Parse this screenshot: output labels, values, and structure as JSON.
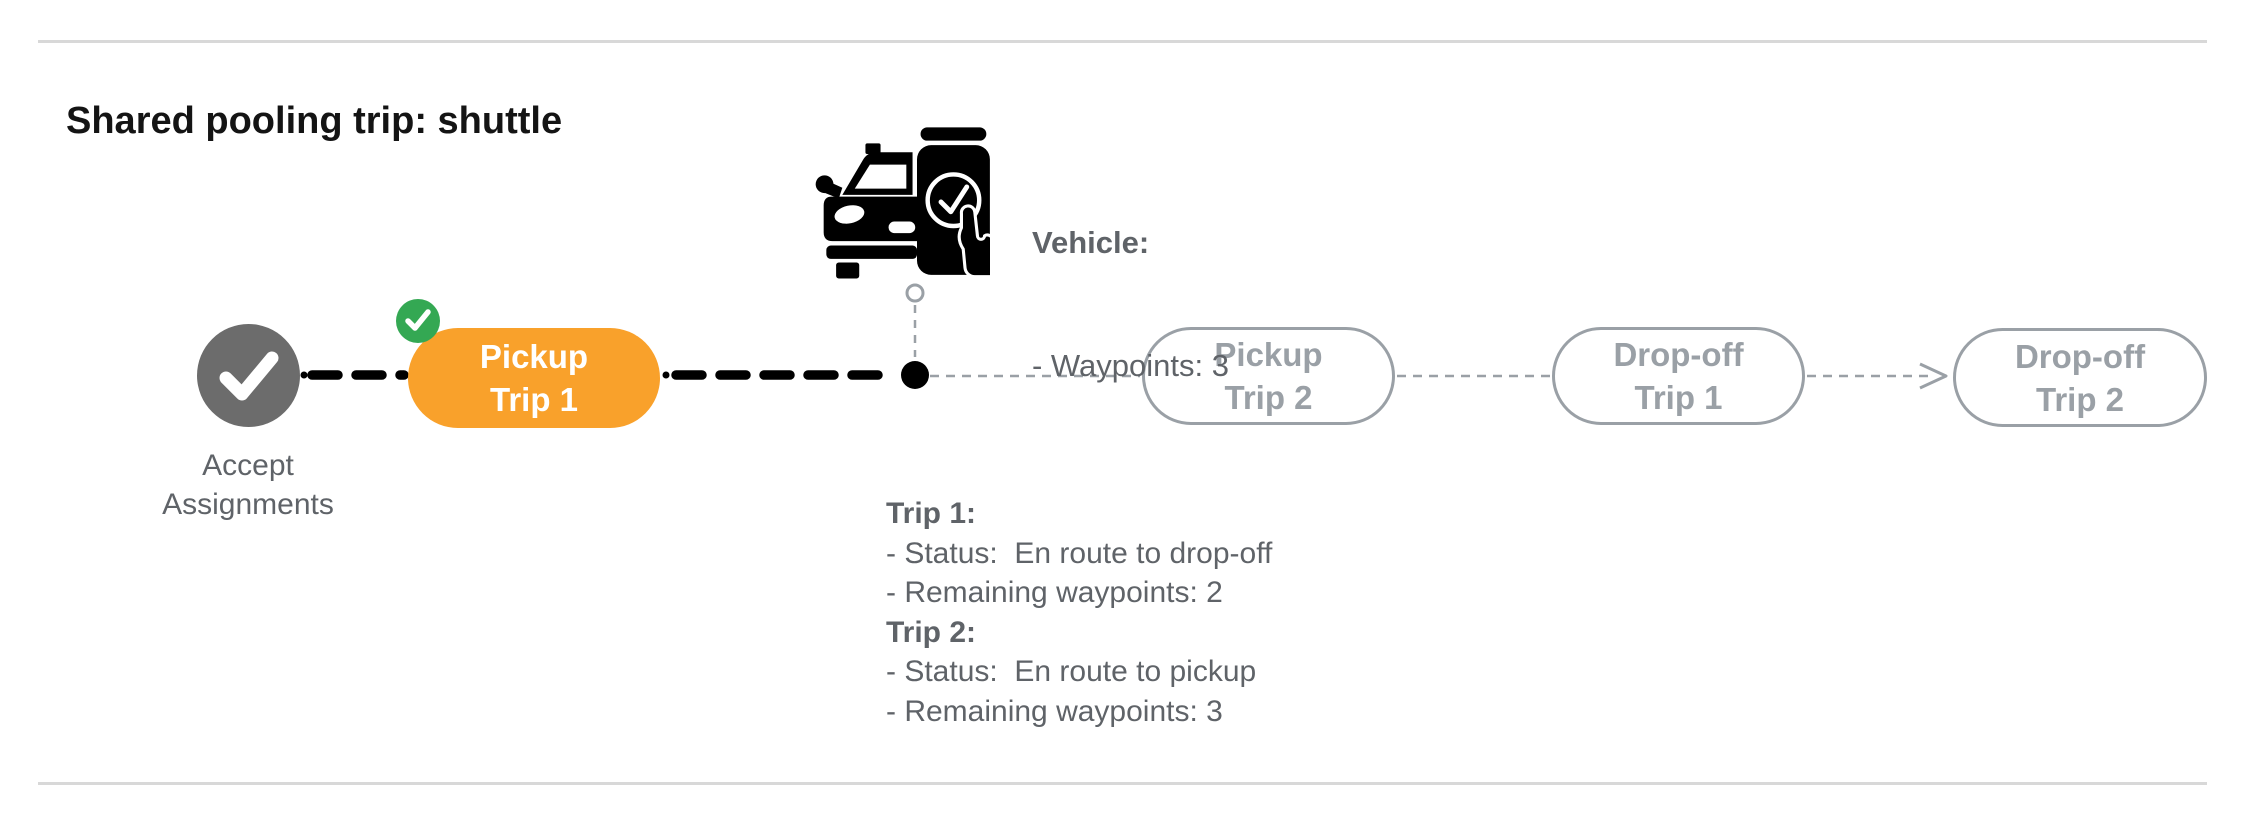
{
  "header": {
    "title": "Shared pooling trip: shuttle"
  },
  "timeline": {
    "accept_node": {
      "icon": "check-icon",
      "label_line1": "Accept",
      "label_line2": "Assignments"
    },
    "pickup_trip1": {
      "badge_icon": "green-check-badge-icon",
      "line1": "Pickup",
      "line2": "Trip 1"
    },
    "pickup_trip2": {
      "line1": "Pickup",
      "line2": "Trip 2"
    },
    "dropoff_trip1": {
      "line1": "Drop-off",
      "line2": "Trip 1"
    },
    "dropoff_trip2": {
      "line1": "Drop-off",
      "line2": "Trip 2"
    },
    "vehicle_marker_icon": "vehicle-app-icon"
  },
  "vehicle": {
    "label": "Vehicle:",
    "waypoints": "- Waypoints: 3"
  },
  "trips": {
    "trip1": {
      "label": "Trip 1:",
      "status": "- Status:  En route to drop-off",
      "remaining": "- Remaining waypoints: 2"
    },
    "trip2": {
      "label": "Trip 2:",
      "status": "- Status:  En route to pickup",
      "remaining": "- Remaining waypoints: 3"
    }
  },
  "colors": {
    "active_orange": "#F9A12B",
    "success_green": "#34A853",
    "completed_gray": "#6C6C6C",
    "line_gray": "#9AA0A6",
    "text_gray": "#5F6368",
    "divider_gray": "#D8D8D8",
    "glyph_black": "#000000"
  }
}
